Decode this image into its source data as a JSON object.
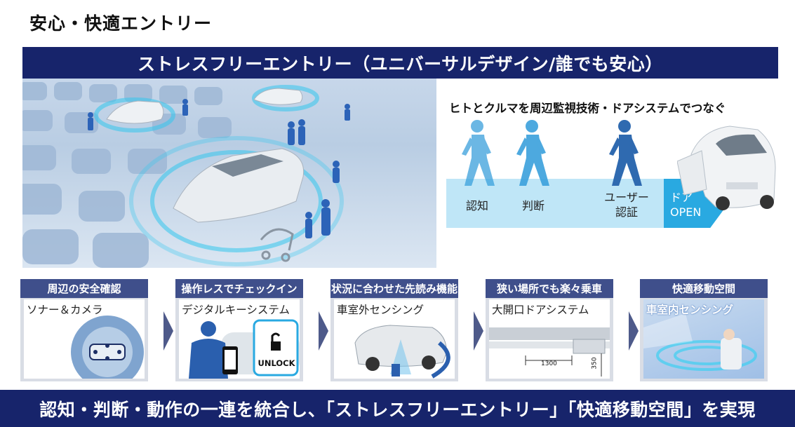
{
  "page": {
    "title": "安心・快適エントリー",
    "banner": "ストレスフリーエントリー（ユニバーサルデザイン/誰でも安心）"
  },
  "flow": {
    "caption": "ヒトとクルマを周辺監視技術・ドアシステムでつなぐ",
    "steps": [
      {
        "label_1": "認知",
        "label_2": ""
      },
      {
        "label_1": "判断",
        "label_2": ""
      },
      {
        "label_1": "ユーザー",
        "label_2": "認証"
      }
    ],
    "final": {
      "label_1": "ドア",
      "label_2": "OPEN"
    },
    "colors": {
      "bar": "#bfe6f7",
      "final": "#29a9e1",
      "figure": "#3aa0dc"
    }
  },
  "cards": [
    {
      "title": "周辺の安全確認",
      "subtitle": "ソナー＆カメラ",
      "icon": "sonar-camera-icon"
    },
    {
      "title": "操作レスでチェックイン",
      "subtitle": "デジタルキーシステム",
      "icon": "digital-key-icon",
      "unlock_label": "UNLOCK"
    },
    {
      "title": "状況に合わせた先読み機能",
      "subtitle": "車室外センシング",
      "icon": "exterior-sensing-icon"
    },
    {
      "title": "狭い場所でも楽々乗車",
      "subtitle": "大開口ドアシステム",
      "icon": "wide-door-icon",
      "dim_width": "1300",
      "dim_height": "350"
    },
    {
      "title": "快適移動空間",
      "subtitle": "車室内センシング",
      "icon": "interior-sensing-icon"
    }
  ],
  "footer": {
    "banner": "認知・判断・動作の一連を統合し、「ストレスフリーエントリー」「快適移動空間」を実現"
  },
  "colors": {
    "navy": "#17246b",
    "card_header": "#3f4f8b",
    "card_frame": "#d9dde5",
    "chevron": "#4e5a8a"
  }
}
